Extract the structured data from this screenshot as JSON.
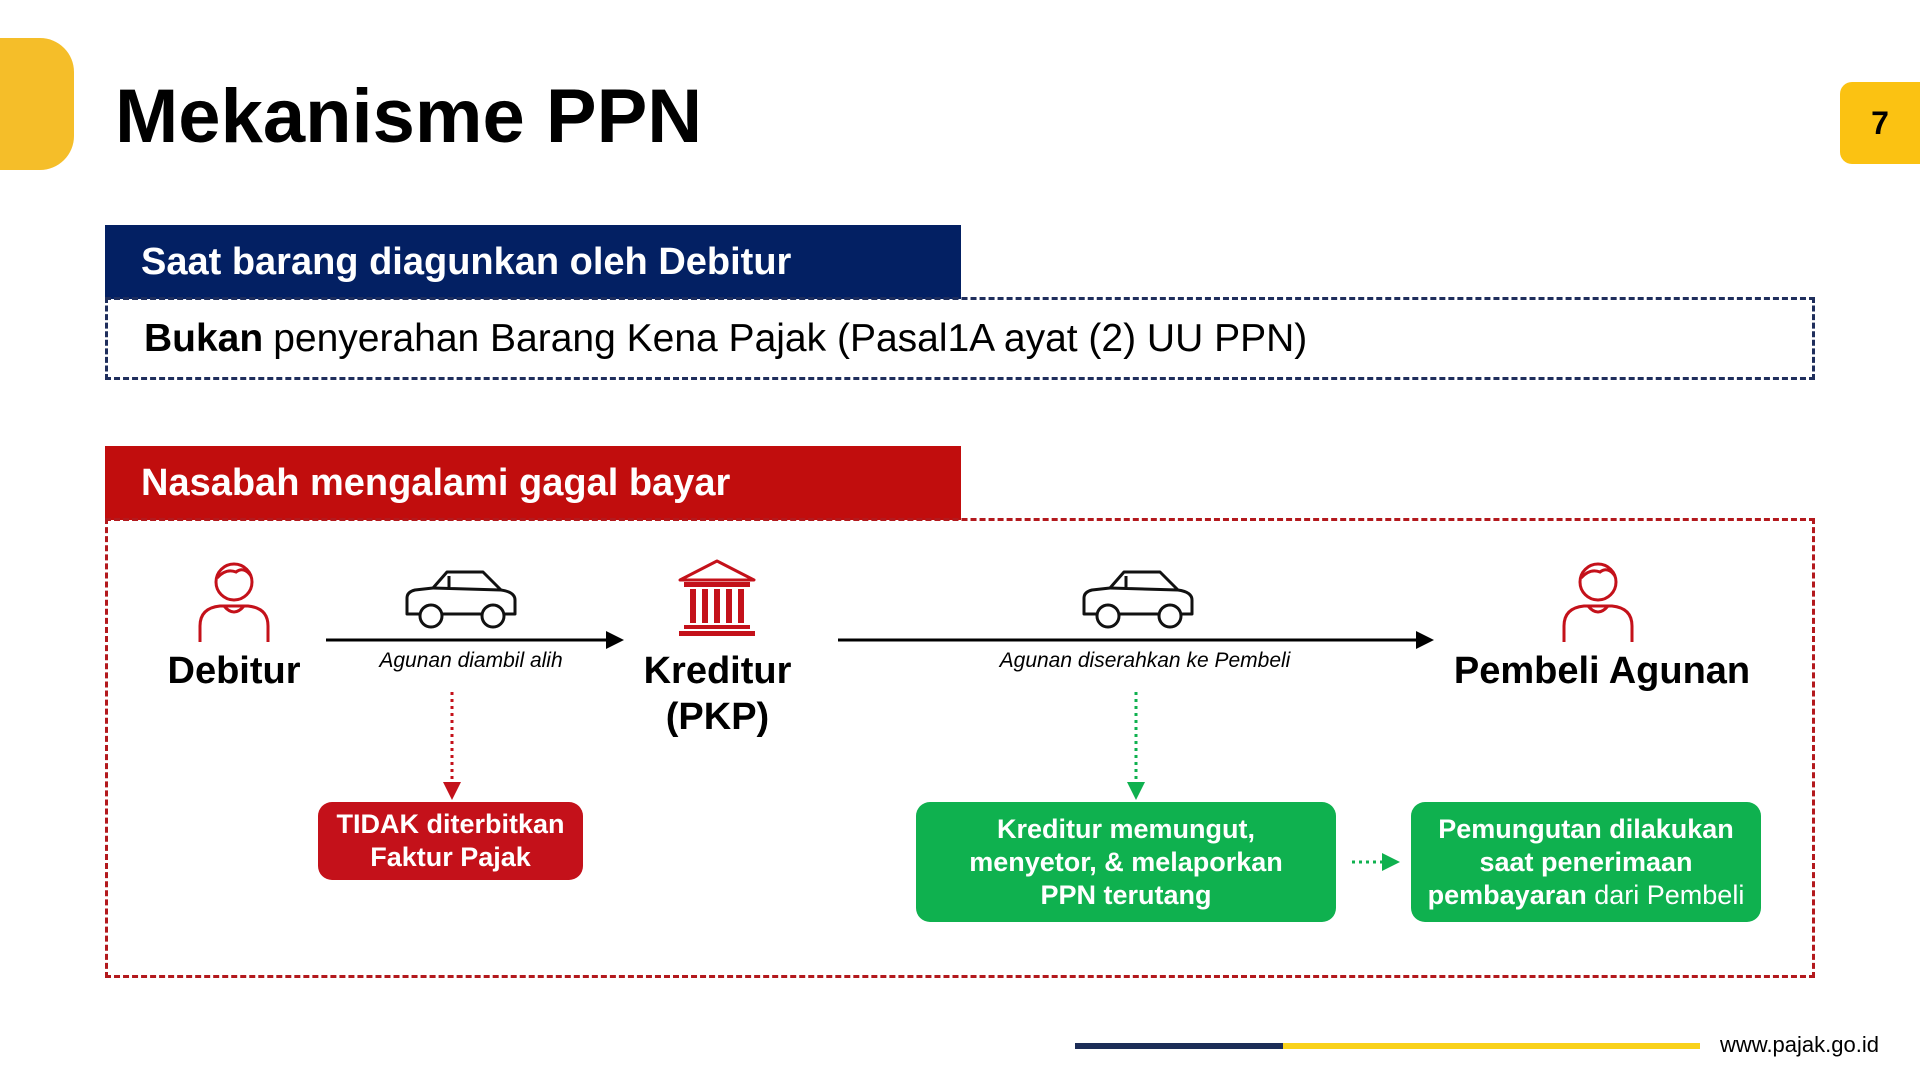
{
  "slide": {
    "title": "Mekanisme PPN",
    "page_number": "7"
  },
  "section1": {
    "header": "Saat barang diagunkan oleh Debitur",
    "body_bold": "Bukan",
    "body_rest": "penyerahan Barang Kena Pajak (Pasal1A ayat (2) UU PPN)"
  },
  "section2": {
    "header": "Nasabah mengalami gagal bayar",
    "actors": {
      "debitur": "Debitur",
      "kreditur_line1": "Kreditur",
      "kreditur_line2": "(PKP)",
      "pembeli": "Pembeli Agunan"
    },
    "arrows": {
      "first_caption": "Agunan diambil alih",
      "second_caption": "Agunan diserahkan ke Pembeli"
    },
    "notes": {
      "red_line1": "TIDAK diterbitkan",
      "red_line2": "Faktur Pajak",
      "green1_line1": "Kreditur memungut,",
      "green1_line2": "menyetor, & melaporkan",
      "green1_line3": "PPN terutang",
      "green2_line1": "Pemungutan dilakukan",
      "green2_line2": "saat penerimaan",
      "green2_line3_bold": "pembayaran",
      "green2_line3_rest": "dari Pembeli"
    }
  },
  "footer": {
    "url": "www.pajak.go.id"
  },
  "colors": {
    "accent_yellow": "#f5be29",
    "navy": "#032063",
    "red": "#c10d0d",
    "green": "#0fb14f"
  },
  "icons": [
    "person-icon",
    "car-icon",
    "bank-icon"
  ]
}
